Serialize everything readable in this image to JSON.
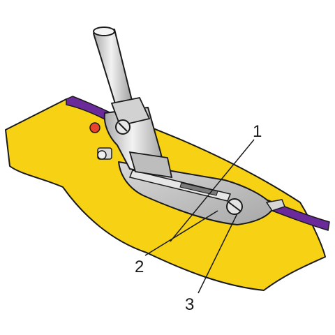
{
  "callouts": [
    {
      "number": "1"
    },
    {
      "number": "2"
    },
    {
      "number": "3"
    }
  ],
  "colors": {
    "fabric": "#f7d114",
    "tape": "#6a2a9a",
    "metal": "#c9c9c9",
    "outline": "#1a1a1a",
    "indicator": "#e8432c"
  }
}
